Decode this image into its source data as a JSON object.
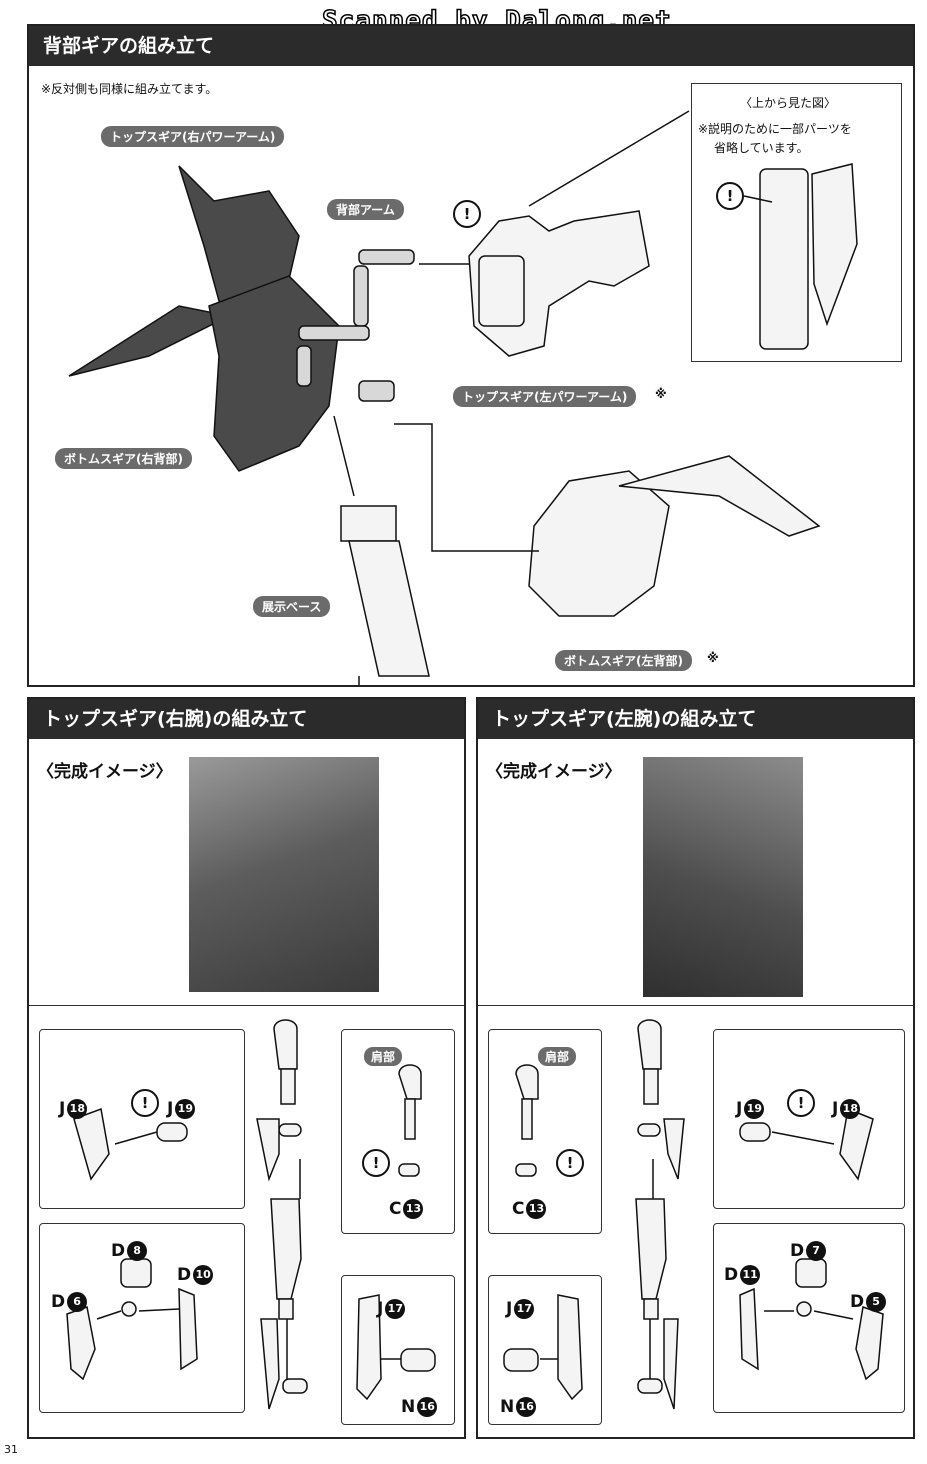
{
  "watermark": "Scanned by Dalong.net",
  "back_section": {
    "title": "背部ギアの組み立て",
    "note": "※反対側も同様に組み立てます。",
    "labels": {
      "top_gear_right": "トップスギア(右パワーアーム)",
      "back_arm": "背部アーム",
      "bottom_gear_right": "ボトムスギア(右背部)",
      "top_gear_left": "トップスギア(左パワーアーム)",
      "top_gear_left_mark": "※",
      "display_base": "展示ベース",
      "bottom_gear_left": "ボトムスギア(左背部)",
      "bottom_gear_left_mark": "※"
    },
    "top_view": {
      "title": "〈上から見た図〉",
      "note_line1": "※説明のために一部パーツを",
      "note_line2": "省略しています。"
    },
    "warning_symbol": "!"
  },
  "right_arm_section": {
    "title": "トップスギア(右腕)の組み立て",
    "image_title": "〈完成イメージ〉",
    "shoulder_label": "肩部",
    "parts": [
      {
        "letter": "J",
        "num": "18"
      },
      {
        "letter": "J",
        "num": "19"
      },
      {
        "letter": "C",
        "num": "13"
      },
      {
        "letter": "D",
        "num": "8"
      },
      {
        "letter": "D",
        "num": "10"
      },
      {
        "letter": "D",
        "num": "6"
      },
      {
        "letter": "J",
        "num": "17"
      },
      {
        "letter": "N",
        "num": "16"
      }
    ]
  },
  "left_arm_section": {
    "title": "トップスギア(左腕)の組み立て",
    "image_title": "〈完成イメージ〉",
    "shoulder_label": "肩部",
    "parts": [
      {
        "letter": "J",
        "num": "19"
      },
      {
        "letter": "J",
        "num": "18"
      },
      {
        "letter": "C",
        "num": "13"
      },
      {
        "letter": "D",
        "num": "7"
      },
      {
        "letter": "D",
        "num": "11"
      },
      {
        "letter": "D",
        "num": "5"
      },
      {
        "letter": "J",
        "num": "17"
      },
      {
        "letter": "N",
        "num": "16"
      }
    ]
  },
  "page_number": "31"
}
